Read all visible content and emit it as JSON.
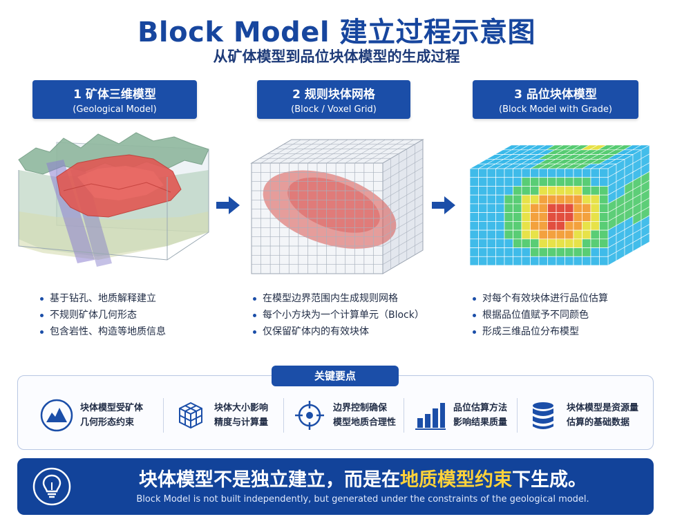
{
  "header": {
    "title": "Block Model 建立过程示意图",
    "subtitle": "从矿体模型到品位块体模型的生成过程"
  },
  "steps": [
    {
      "title": "1 矿体三维模型",
      "subtitle": "(Geological Model)",
      "bullets": [
        "基于钻孔、地质解释建立",
        "不规则矿体几何形态",
        "包含岩性、构造等地质信息"
      ]
    },
    {
      "title": "2 规则块体网格",
      "subtitle": "(Block / Voxel Grid)",
      "bullets": [
        "在模型边界范围内生成规则网格",
        "每个小方块为一个计算单元（Block）",
        "仅保留矿体内的有效块体"
      ]
    },
    {
      "title": "3 品位块体模型",
      "subtitle": "(Block Model with Grade)",
      "bullets": [
        "对每个有效块体进行品位估算",
        "根据品位值赋予不同颜色",
        "形成三维品位分布模型"
      ]
    }
  ],
  "key_points": {
    "label": "关键要点",
    "items": [
      {
        "icon": "mountain-icon",
        "line1": "块体模型受矿体",
        "line2": "几何形态约束"
      },
      {
        "icon": "cube-grid-icon",
        "line1": "块体大小影响",
        "line2": "精度与计算量"
      },
      {
        "icon": "crosshair-icon",
        "line1": "边界控制确保",
        "line2": "模型地质合理性"
      },
      {
        "icon": "bar-chart-icon",
        "line1": "品位估算方法",
        "line2": "影响结果质量"
      },
      {
        "icon": "database-icon",
        "line1": "块体模型是资源量",
        "line2": "估算的基础数据"
      }
    ]
  },
  "conclusion": {
    "text_before": "块体模型不是独立建立，而是在",
    "highlight": "地质模型约束",
    "text_after": "下生成。",
    "english": "Block Model is not built independently, but generated under the constraints of the geological model.",
    "icon": "lightbulb-icon"
  },
  "colors": {
    "primary": "#1b4ea8",
    "title": "#17469e",
    "highlight": "#ffd23a",
    "banner": "#12439a",
    "ore": "#d9534f"
  }
}
